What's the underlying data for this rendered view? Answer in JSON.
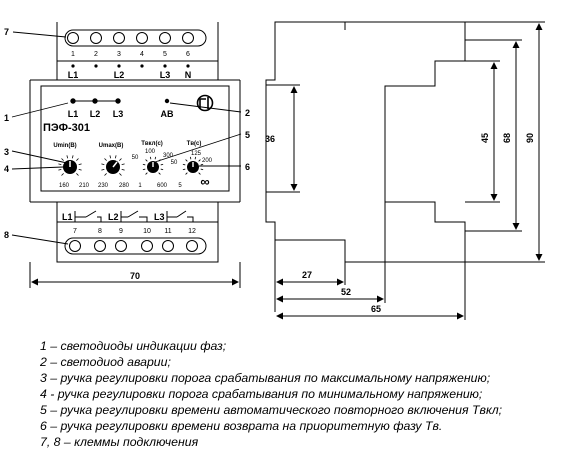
{
  "front": {
    "callouts": [
      "7",
      "1",
      "3",
      "4",
      "8",
      "2",
      "5",
      "6"
    ],
    "terminals_top": [
      "1",
      "2",
      "3",
      "4",
      "5",
      "6"
    ],
    "phase_labels_top": [
      "L1",
      "L2",
      "L3",
      "N"
    ],
    "led_labels": [
      "L1",
      "L2",
      "L3"
    ],
    "alarm_label": "АВ",
    "model": "ПЭФ-301",
    "knob_umin": {
      "label": "Umin(В)",
      "scale_min": "160",
      "scale_max": "210"
    },
    "knob_umax": {
      "label": "Umax(В)",
      "scale_min": "230",
      "scale_max": "280"
    },
    "knob_tvkl": {
      "label": "Tвкл(с)",
      "scale": [
        "50",
        "100",
        "300",
        "1",
        "600"
      ]
    },
    "knob_tv": {
      "label": "Tв(с)",
      "scale": [
        "50",
        "125",
        "200",
        "5",
        "∞"
      ]
    },
    "relay_labels": [
      "L1",
      "L2",
      "L3"
    ],
    "terminals_bottom": [
      "7",
      "8",
      "9",
      "10",
      "11",
      "12"
    ],
    "width_dim": "70"
  },
  "side": {
    "dims": {
      "d36": "36",
      "d45": "45",
      "d68": "68",
      "d90": "90",
      "d27": "27",
      "d52": "52",
      "d65": "65"
    }
  },
  "legend": [
    "1 – светодиоды индикации фаз;",
    "2 – светодиод аварии;",
    "3 – ручка регулировки порога срабатывания по максимальному напряжению;",
    "4 - ручка регулировки порога срабатывания по минимальному напряжению;",
    "5 – ручка регулировки времени автоматического повторного включения Tвкл;",
    "6 – ручка регулировки времени возврата на приоритетную фазу Tв.",
    "7, 8 – клеммы подключения"
  ]
}
